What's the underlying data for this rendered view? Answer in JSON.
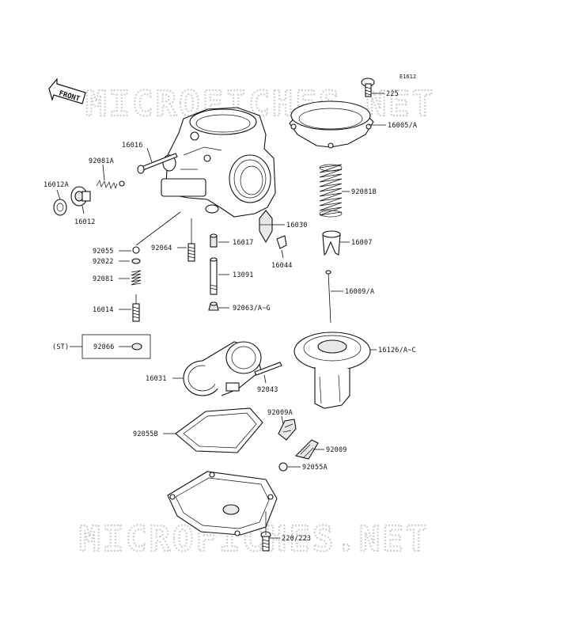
{
  "diagram_code": "E1612",
  "front_label": "FRONT",
  "watermark_text": "MICROFICHES.NET",
  "set_label": "(ST)",
  "parts": [
    {
      "id": "225",
      "label": "225"
    },
    {
      "id": "16005",
      "label": "16005/A"
    },
    {
      "id": "16016",
      "label": "16016"
    },
    {
      "id": "92081A",
      "label": "92081A"
    },
    {
      "id": "16012A",
      "label": "16012A"
    },
    {
      "id": "16012",
      "label": "16012"
    },
    {
      "id": "92081B",
      "label": "92081B"
    },
    {
      "id": "16030",
      "label": "16030"
    },
    {
      "id": "92055",
      "label": "92055"
    },
    {
      "id": "92064",
      "label": "92064"
    },
    {
      "id": "16017",
      "label": "16017"
    },
    {
      "id": "16007",
      "label": "16007"
    },
    {
      "id": "92022",
      "label": "92022"
    },
    {
      "id": "16044",
      "label": "16044"
    },
    {
      "id": "92081",
      "label": "92081"
    },
    {
      "id": "13091",
      "label": "13091"
    },
    {
      "id": "16009",
      "label": "16009/A"
    },
    {
      "id": "16014",
      "label": "16014"
    },
    {
      "id": "92063",
      "label": "92063/A~G"
    },
    {
      "id": "92066",
      "label": "92066"
    },
    {
      "id": "16126",
      "label": "16126/A~C"
    },
    {
      "id": "16031",
      "label": "16031"
    },
    {
      "id": "92043",
      "label": "92043"
    },
    {
      "id": "92009A",
      "label": "92009A"
    },
    {
      "id": "92055B",
      "label": "92055B"
    },
    {
      "id": "92009",
      "label": "92009"
    },
    {
      "id": "92055A",
      "label": "92055A"
    },
    {
      "id": "220",
      "label": "220/223"
    }
  ]
}
